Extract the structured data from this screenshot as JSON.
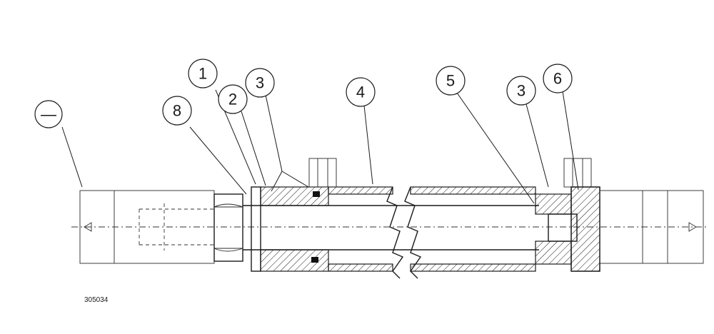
{
  "drawing_number": "305034",
  "callouts": [
    {
      "id": "c-minus",
      "label": "—"
    },
    {
      "id": "c-8",
      "label": "8"
    },
    {
      "id": "c-1",
      "label": "1"
    },
    {
      "id": "c-2",
      "label": "2"
    },
    {
      "id": "c-3a",
      "label": "3"
    },
    {
      "id": "c-4",
      "label": "4"
    },
    {
      "id": "c-5",
      "label": "5"
    },
    {
      "id": "c-3b",
      "label": "3"
    },
    {
      "id": "c-6",
      "label": "6"
    }
  ]
}
